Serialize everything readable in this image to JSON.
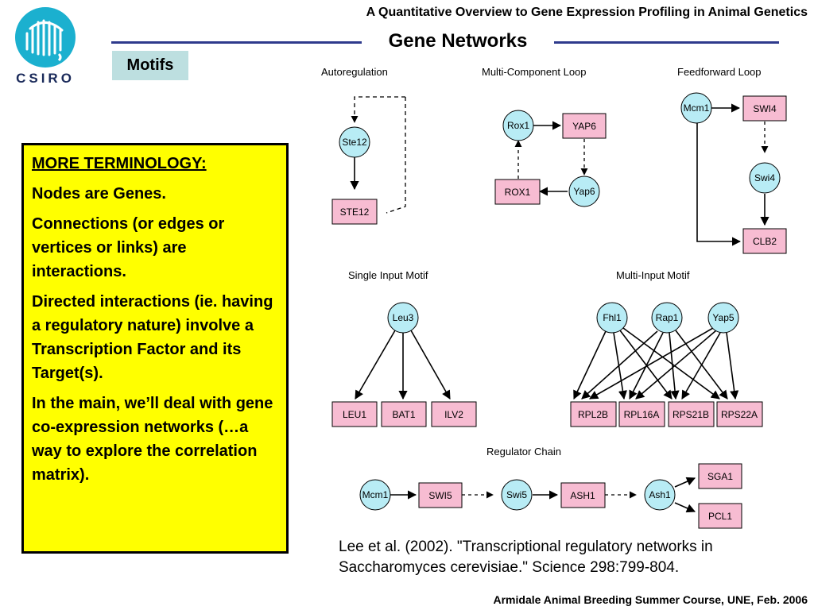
{
  "header": {
    "course_title": "A Quantitative Overview to Gene Expression Profiling in Animal Genetics",
    "section_title": "Gene Networks",
    "tag": "Motifs"
  },
  "logo": {
    "text": "CSIRO"
  },
  "terminology": {
    "heading": "MORE TERMINOLOGY:",
    "items": [
      "Nodes are Genes.",
      "Connections (or edges or vertices or links) are interactions.",
      "Directed interactions (ie. having a regulatory nature) involve a Transcription Factor and its Target(s).",
      "In the main, we’ll deal with gene co-expression networks (…a way to explore the correlation matrix)."
    ]
  },
  "diagram": {
    "autoregulation": {
      "title": "Autoregulation",
      "protein": "Ste12",
      "gene": "STE12"
    },
    "multi_component_loop": {
      "title": "Multi-Component Loop",
      "proteins": [
        "Rox1",
        "Yap6"
      ],
      "genes": [
        "YAP6",
        "ROX1"
      ]
    },
    "feedforward_loop": {
      "title": "Feedforward Loop",
      "proteins": [
        "Mcm1",
        "Swi4"
      ],
      "genes": [
        "SWI4",
        "CLB2"
      ]
    },
    "single_input_motif": {
      "title": "Single Input Motif",
      "protein": "Leu3",
      "genes": [
        "LEU1",
        "BAT1",
        "ILV2"
      ]
    },
    "multi_input_motif": {
      "title": "Multi-Input Motif",
      "proteins": [
        "Fhl1",
        "Rap1",
        "Yap5"
      ],
      "genes": [
        "RPL2B",
        "RPL16A",
        "RPS21B",
        "RPS22A"
      ]
    },
    "regulator_chain": {
      "title": "Regulator Chain",
      "proteins": [
        "Mcm1",
        "Swi5",
        "Ash1"
      ],
      "genes": [
        "SWI5",
        "ASH1",
        "SGA1",
        "PCL1"
      ]
    },
    "colors": {
      "protein": "#b8ecf5",
      "gene": "#f7bcd2",
      "stroke": "#000000"
    }
  },
  "citation": "Lee et al. (2002). \"Transcriptional regulatory networks in Saccharomyces cerevisiae.\" Science 298:799-804.",
  "footer": "Armidale Animal Breeding Summer Course, UNE, Feb. 2006"
}
